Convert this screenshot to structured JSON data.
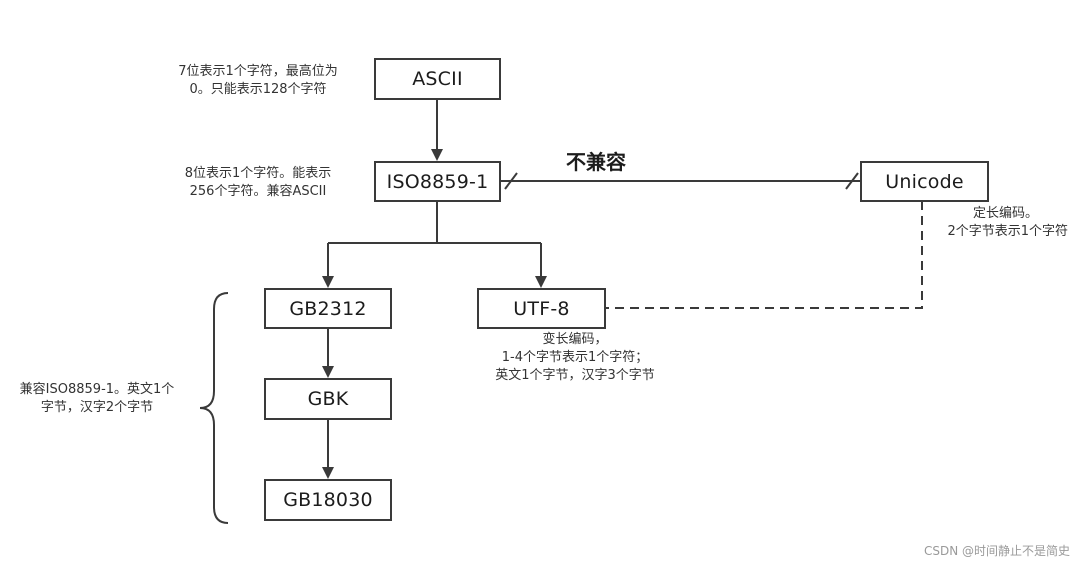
{
  "nodes": {
    "ascii": "ASCII",
    "iso8859": "ISO8859-1",
    "unicode": "Unicode",
    "gb2312": "GB2312",
    "utf8": "UTF-8",
    "gbk": "GBK",
    "gb18030": "GB18030"
  },
  "notes": {
    "ascii": [
      "7位表示1个字符，最高位为",
      "0。只能表示128个字符"
    ],
    "iso8859": [
      "8位表示1个字符。能表示",
      "256个字符。兼容ASCII"
    ],
    "unicode": [
      "定长编码。",
      "2个字节表示1个字符"
    ],
    "utf8": [
      "变长编码，",
      "1-4个字节表示1个字符；",
      "英文1个字节，汉字3个字节"
    ],
    "gb_family": [
      "兼容ISO8859-1。英文1个",
      "字节，汉字2个字节"
    ]
  },
  "relation_label": "不兼容",
  "watermark": "CSDN @时间静止不是简史"
}
